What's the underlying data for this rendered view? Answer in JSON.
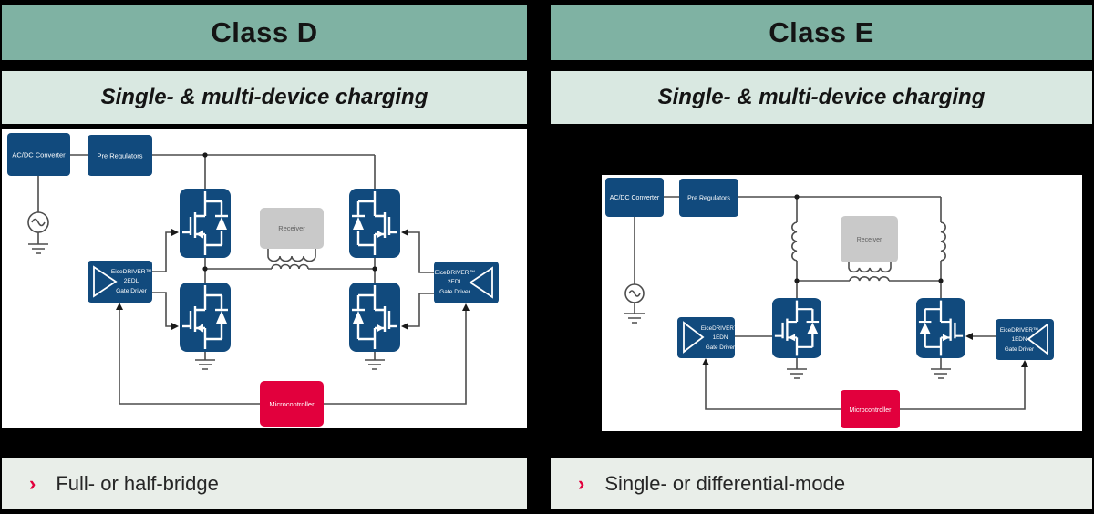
{
  "colors": {
    "background": "#000000",
    "header_teal": "#7fb2a3",
    "subtitle_band": "#d9e8e1",
    "footer_band": "#e9eee9",
    "block_navy": "#114a7d",
    "accent_red": "#e2003d",
    "receiver_gray": "#c9c9c9",
    "wire_gray": "#4d4d4d"
  },
  "class_d": {
    "title": "Class D",
    "subtitle": "Single- & multi-device charging",
    "footer_bullet": "›",
    "footer_text": "Full- or half-bridge",
    "blocks": {
      "acdc": "AC/DC Converter",
      "prereg": "Pre Regulators",
      "receiver": "Receiver",
      "micro": "Microcontroller",
      "driver": {
        "line1": "EiceDRIVER™",
        "line2": "2EDL",
        "line3": "Gate Driver"
      }
    }
  },
  "class_e": {
    "title": "Class E",
    "subtitle": "Single- & multi-device charging",
    "footer_bullet": "›",
    "footer_text": "Single- or differential-mode",
    "blocks": {
      "acdc": "AC/DC Converter",
      "prereg": "Pre Regulators",
      "receiver": "Receiver",
      "micro": "Microcontroller",
      "driver": {
        "line1": "EiceDRIVER™",
        "line2": "1EDN",
        "line3": "Gate Driver"
      }
    }
  }
}
